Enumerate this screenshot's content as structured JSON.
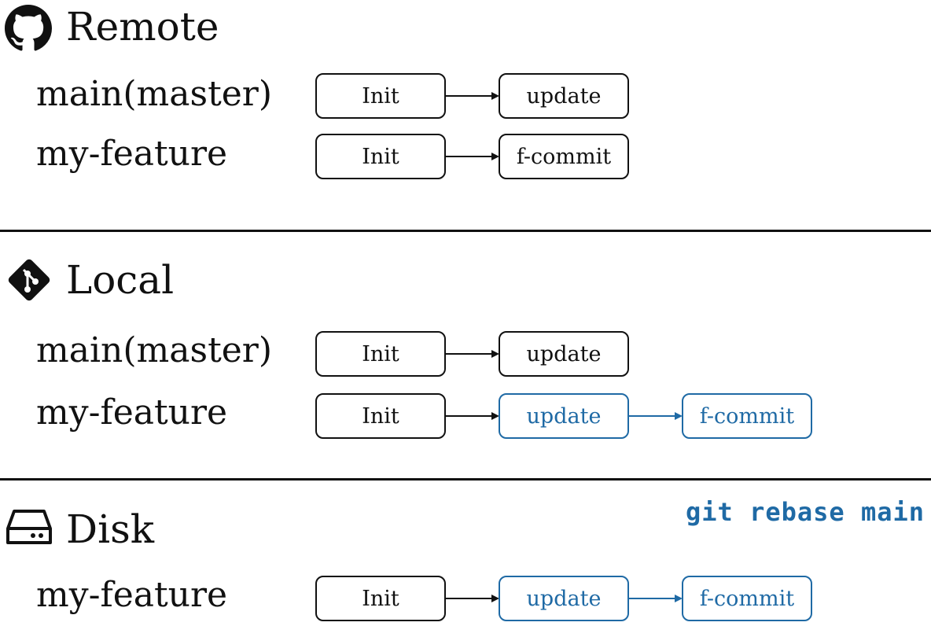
{
  "sections": {
    "remote": {
      "title": "Remote",
      "icon": "github-icon",
      "branches": {
        "main": {
          "label": "main(master)",
          "commits": [
            "Init",
            "update"
          ]
        },
        "feature": {
          "label": "my-feature",
          "commits": [
            "Init",
            "f-commit"
          ]
        }
      }
    },
    "local": {
      "title": "Local",
      "icon": "git-icon",
      "branches": {
        "main": {
          "label": "main(master)",
          "commits": [
            "Init",
            "update"
          ]
        },
        "feature": {
          "label": "my-feature",
          "commits": [
            "Init",
            "update",
            "f-commit"
          ]
        }
      }
    },
    "disk": {
      "title": "Disk",
      "icon": "hard-drive-icon",
      "command": "git rebase main",
      "branches": {
        "feature": {
          "label": "my-feature",
          "commits": [
            "Init",
            "update",
            "f-commit"
          ]
        }
      }
    }
  },
  "colors": {
    "default": "#111111",
    "rebased": "#1f6aa5"
  }
}
